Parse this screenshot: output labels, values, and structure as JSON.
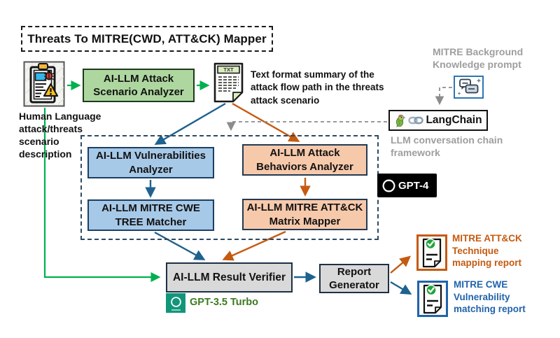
{
  "title": "Threats To MITRE(CWD, ATT&CK) Mapper",
  "input": {
    "caption": "Human Language\nattack/threats\nscenario\ndescription"
  },
  "nodes": {
    "scenario_analyzer": "AI-LLM Attack\nScenario Analyzer",
    "vulnerabilities_analyzer": "AI-LLM Vulnerabilities\nAnalyzer",
    "attack_behaviors_analyzer": "AI-LLM Attack\nBehaviors Analyzer",
    "mitre_cwe_tree_matcher": "AI-LLM MITRE CWE\nTREE Matcher",
    "mitre_attck_matrix_mapper": "AI-LLM MITRE ATT&CK\nMatrix Mapper",
    "result_verifier": "AI-LLM Result Verifier",
    "report_generator": "Report\nGenerator"
  },
  "artifacts": {
    "txt_badge": "TXT",
    "txt_caption": "Text format summary of the\nattack flow path in the threats\nattack scenario"
  },
  "langchain": {
    "name": "LangChain",
    "caption": "LLM conversation chain\nframework",
    "prompt_caption": "MITRE Background\nKnowledge prompt"
  },
  "models": {
    "gpt4": "GPT-4",
    "gpt35": "GPT-3.5 Turbo"
  },
  "reports": {
    "attck": "MITRE ATT&CK\nTechnique\nmapping report",
    "cwe": "MITRE CWE\nVulnerability\nmatching report"
  },
  "colors": {
    "flow_green": "#00b050",
    "flow_blue": "#1e628f",
    "flow_orange": "#c55a11",
    "muted_gray": "#9e9e9e",
    "node_green_fill": "#aed7a0",
    "node_blue_fill": "#a7c9e8",
    "node_peach_fill": "#f7c9ab",
    "node_gray_fill": "#d9d9d9",
    "openai_teal": "#12967a"
  }
}
